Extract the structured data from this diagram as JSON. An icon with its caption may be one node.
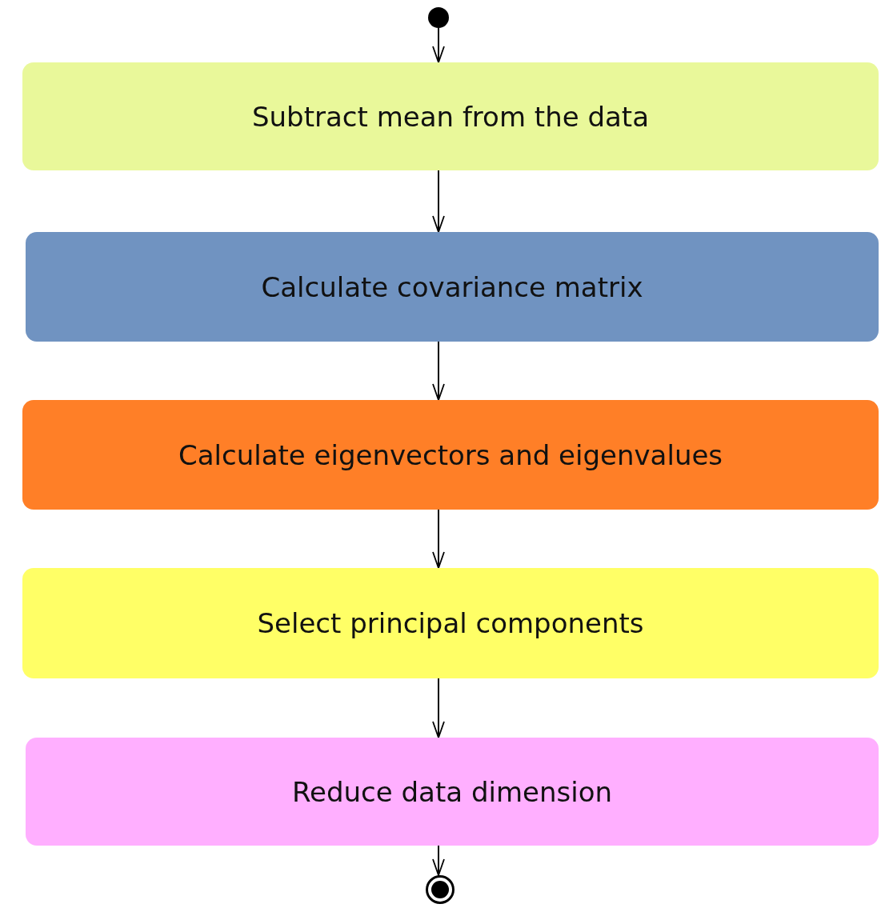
{
  "diagram": {
    "nodes": [
      {
        "text": [],
        "shape": "circle"
      },
      {
        "text": [
          "Subtract mean from the data"
        ]
      },
      {
        "text": [
          "Calculate covariance matrix"
        ]
      },
      {
        "text": [
          "Calculate eigenvectors and eigenvalues"
        ]
      },
      {
        "text": [
          "Select principal components"
        ]
      },
      {
        "text": [
          "Reduce data dimension"
        ]
      },
      {
        "text": [],
        "shape": "bullseye"
      }
    ],
    "edges": [
      {
        "from": 0,
        "to": 1,
        "arrow": "to"
      },
      {
        "from": 1,
        "to": 2,
        "arrow": "to"
      },
      {
        "from": 2,
        "to": 3,
        "arrow": "to"
      },
      {
        "from": 3,
        "to": 4,
        "arrow": "to"
      },
      {
        "from": 4,
        "to": 5,
        "arrow": "to"
      },
      {
        "from": 5,
        "to": 6,
        "arrow": "to"
      }
    ]
  }
}
